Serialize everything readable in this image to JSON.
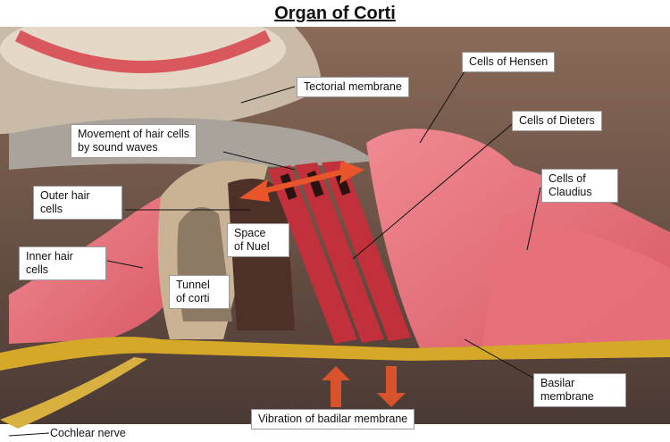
{
  "title": "Organ of Corti",
  "labels": {
    "tectorial_membrane": "Tectorial membrane",
    "cells_of_hensen": "Cells of Hensen",
    "cells_of_dieters": "Cells of Dieters",
    "movement_line1": "Movement of hair cells",
    "movement_line2": "by sound waves",
    "outer_hair_line1": "Outer hair",
    "outer_hair_line2": "cells",
    "inner_hair_line1": "Inner hair",
    "inner_hair_line2": "cells",
    "space_line1": "Space",
    "space_line2": "of Nuel",
    "tunnel_line1": "Tunnel",
    "tunnel_line2": "of corti",
    "claudius_line1": "Cells of",
    "claudius_line2": "Claudius",
    "basilar_line1": "Basilar",
    "basilar_line2": "membrane",
    "vibration": "Vibration of badilar membrane",
    "cochlear_nerve": "Cochlear nerve"
  },
  "colors": {
    "background_tissue": "#7a5a4a",
    "cells_pink": "#e8707a",
    "hair_cells_red": "#c0303a",
    "membrane_yellow": "#d6a828",
    "arrow_orange": "#e8552a"
  }
}
